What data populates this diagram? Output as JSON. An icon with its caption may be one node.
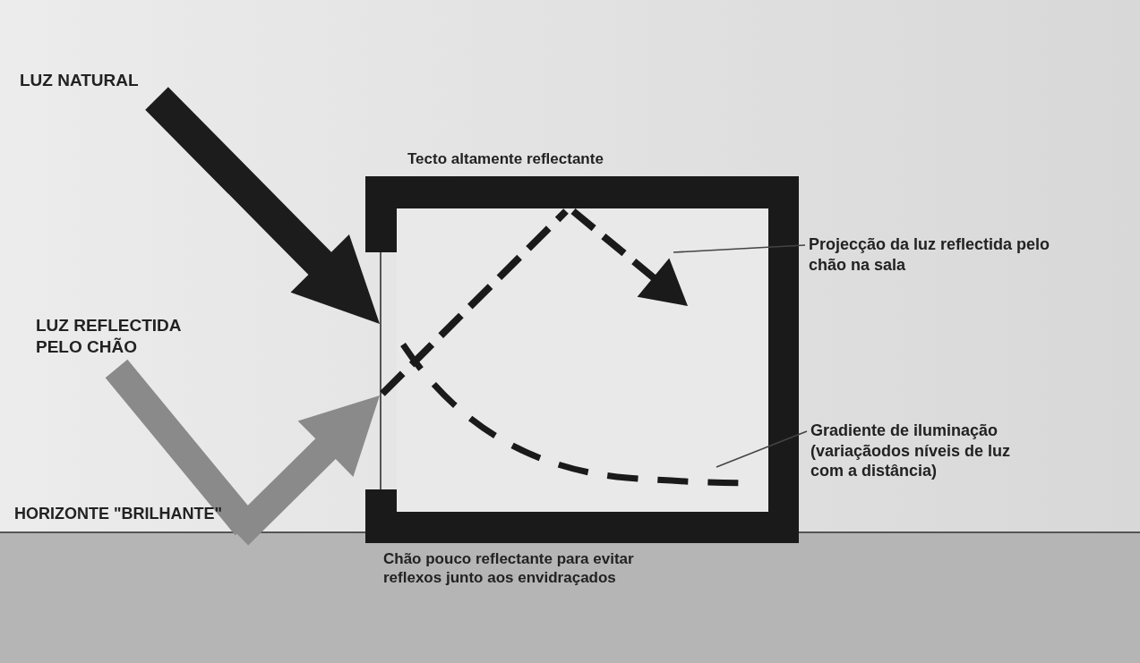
{
  "diagram": {
    "nodes": [
      {
        "text": [
          "Projecção da luz reflectida pelo chão na sala"
        ]
      },
      {
        "text": [],
        "shape": "arrow"
      },
      {
        "text": [
          "Gradiente de iluminação (variaçãodos níveis de luz com a distância)"
        ]
      },
      {
        "text": [],
        "shape": "curve"
      }
    ],
    "edges": [
      {
        "from": 0,
        "to": 1,
        "arrow": "none"
      },
      {
        "from": 2,
        "to": 3,
        "arrow": "none"
      }
    ],
    "labels": [
      "LUZ NATURAL",
      "Tecto altamente reflectante",
      "LUZ REFLECTIDA PELO CHÃO",
      "HORIZONTE \"BRILHANTE\"",
      "Chão pouco reflectante para evitar reflexos junto aos envidraçados"
    ]
  }
}
